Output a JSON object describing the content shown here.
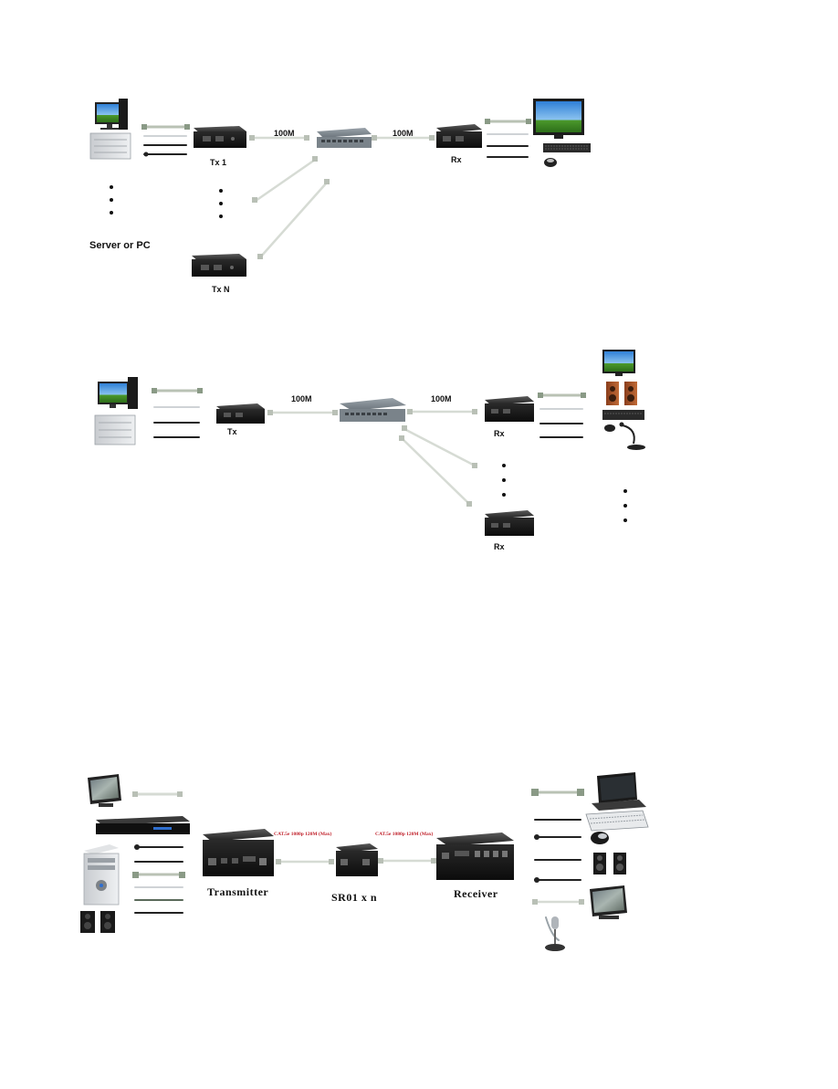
{
  "diagram1": {
    "source_label": "Server or PC",
    "tx1_label": "Tx 1",
    "txn_label": "Tx N",
    "rx_label": "Rx",
    "link_left_label": "100M",
    "link_right_label": "100M"
  },
  "diagram2": {
    "tx_label": "Tx",
    "rx_top_label": "Rx",
    "rx_bottom_label": "Rx",
    "link_left_label": "100M",
    "link_right_label": "100M"
  },
  "diagram3": {
    "transmitter_label": "Transmitter",
    "repeater_label": "SR01 x n",
    "receiver_label": "Receiver",
    "cable_left_label": "CAT.5e 1080p 120M (Max)",
    "cable_right_label": "CAT.5e 1080p 120M (Max)"
  }
}
